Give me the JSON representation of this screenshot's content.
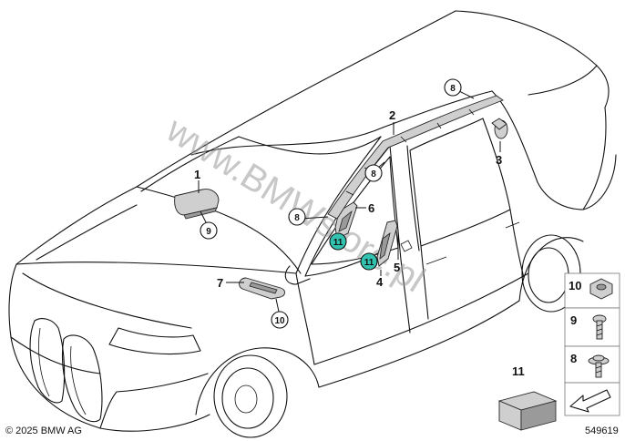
{
  "callouts": {
    "c1": "1",
    "c2": "2",
    "c3": "3",
    "c4": "4",
    "c5": "5",
    "c6": "6",
    "c7": "7",
    "circ8a": "8",
    "circ8b": "8",
    "circ8c": "8",
    "circ9": "9",
    "circ10": "10",
    "circ11a": "11",
    "circ11b": "11"
  },
  "legend": {
    "l10": "10",
    "l9": "9",
    "l8": "8",
    "l11": "11"
  },
  "watermark": "www.BMWstore.pl",
  "copyright": "© 2025 BMW AG",
  "diagram_id": "549619",
  "colors": {
    "highlight": "#33c2b0",
    "part_fill": "#cfcfcf"
  }
}
